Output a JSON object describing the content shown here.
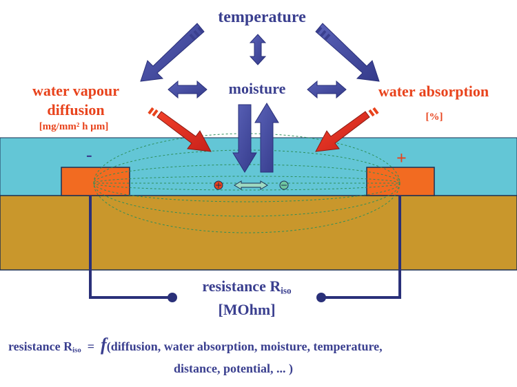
{
  "labels": {
    "temperature": "temperature",
    "moisture": "moisture",
    "water_vapour_diffusion_line1": "water vapour",
    "water_vapour_diffusion_line2": "diffusion",
    "diffusion_unit": "[mg/mm² h µm]",
    "water_absorption": "water absorption",
    "absorption_unit": "[%]",
    "minus_sign": "-",
    "plus_sign": "+",
    "resistance_word": "resistance R",
    "resistance_sub": "iso",
    "resistance_unit": "[MOhm]"
  },
  "formula": {
    "lhs": "resistance R",
    "lhs_sub": "iso",
    "equals": "=",
    "func": "f",
    "args_line1": "(diffusion, water absorption, moisture, temperature,",
    "args_line2": "distance, potential, ... )"
  },
  "colors": {
    "navy": "#3a3f8f",
    "arrow_blue": "#4a52a8",
    "red": "#e8431c",
    "water_layer": "#63c6d6",
    "substrate": "#c9972c",
    "electrode": "#f26b21"
  }
}
